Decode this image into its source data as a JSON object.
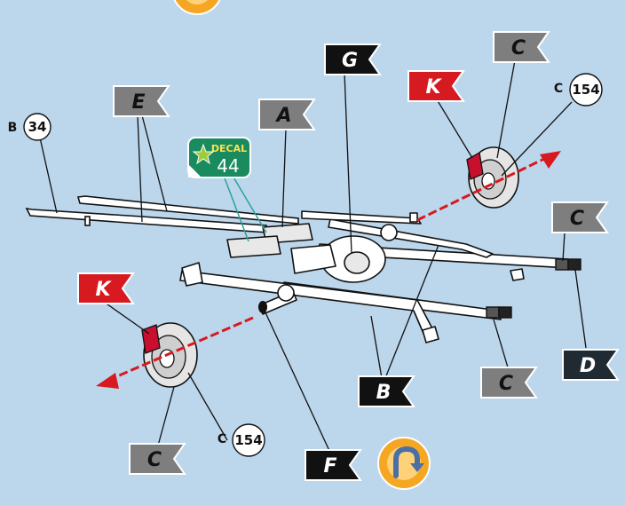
{
  "flags": [
    {
      "id": "A",
      "letter": "A",
      "color": "#7e7e7e"
    },
    {
      "id": "E",
      "letter": "E",
      "color": "#7e7e7e"
    },
    {
      "id": "G",
      "letter": "G",
      "color": "#111111"
    },
    {
      "id": "C_top",
      "letter": "C",
      "color": "#7e7e7e"
    },
    {
      "id": "K_top",
      "letter": "K",
      "color": "#d71920"
    },
    {
      "id": "C_right",
      "letter": "C",
      "color": "#7e7e7e"
    },
    {
      "id": "D",
      "letter": "D",
      "color": "#1f2a33"
    },
    {
      "id": "C_bottom_right",
      "letter": "C",
      "color": "#7e7e7e"
    },
    {
      "id": "B",
      "letter": "B",
      "color": "#111111"
    },
    {
      "id": "K_left",
      "letter": "K",
      "color": "#d71920"
    },
    {
      "id": "C_bottom_left",
      "letter": "C",
      "color": "#7e7e7e"
    },
    {
      "id": "F",
      "letter": "F",
      "color": "#111111"
    }
  ],
  "refs": [
    {
      "id": "b34",
      "prefix": "B",
      "number": "34"
    },
    {
      "id": "c154_top",
      "prefix": "C",
      "number": "154"
    },
    {
      "id": "c154_bottom",
      "prefix": "C",
      "number": "154"
    }
  ],
  "decal": {
    "label": "DECAL",
    "number": "44",
    "color": "#1a8b5f"
  },
  "next_icon": "rotate-arrow-icon",
  "colors": {
    "background": "#bcd6ec",
    "red_arrow": "#d71920",
    "brake_caliper": "#c8102e"
  }
}
